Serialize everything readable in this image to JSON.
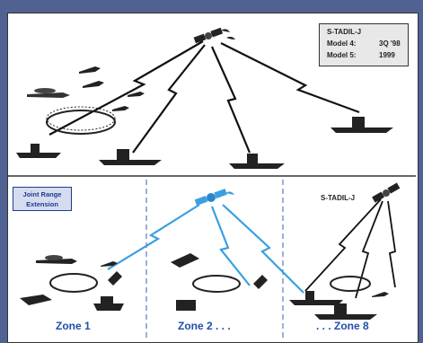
{
  "legend": {
    "title": "S-TADIL-J",
    "rows": [
      {
        "label": "Model 4:",
        "value": "3Q '98"
      },
      {
        "label": "Model 5:",
        "value": "1999"
      }
    ]
  },
  "jre": {
    "line1": "Joint Range",
    "line2": "Extension"
  },
  "satellite_label": "S-TADIL-J",
  "zones": [
    "Zone 1",
    "Zone 2 . . .",
    ". . . Zone 8"
  ],
  "colors": {
    "link_black": "#111111",
    "link_blue": "#3aa0e0",
    "zone_text": "#1f4fa8",
    "frame": "#4f6292"
  }
}
